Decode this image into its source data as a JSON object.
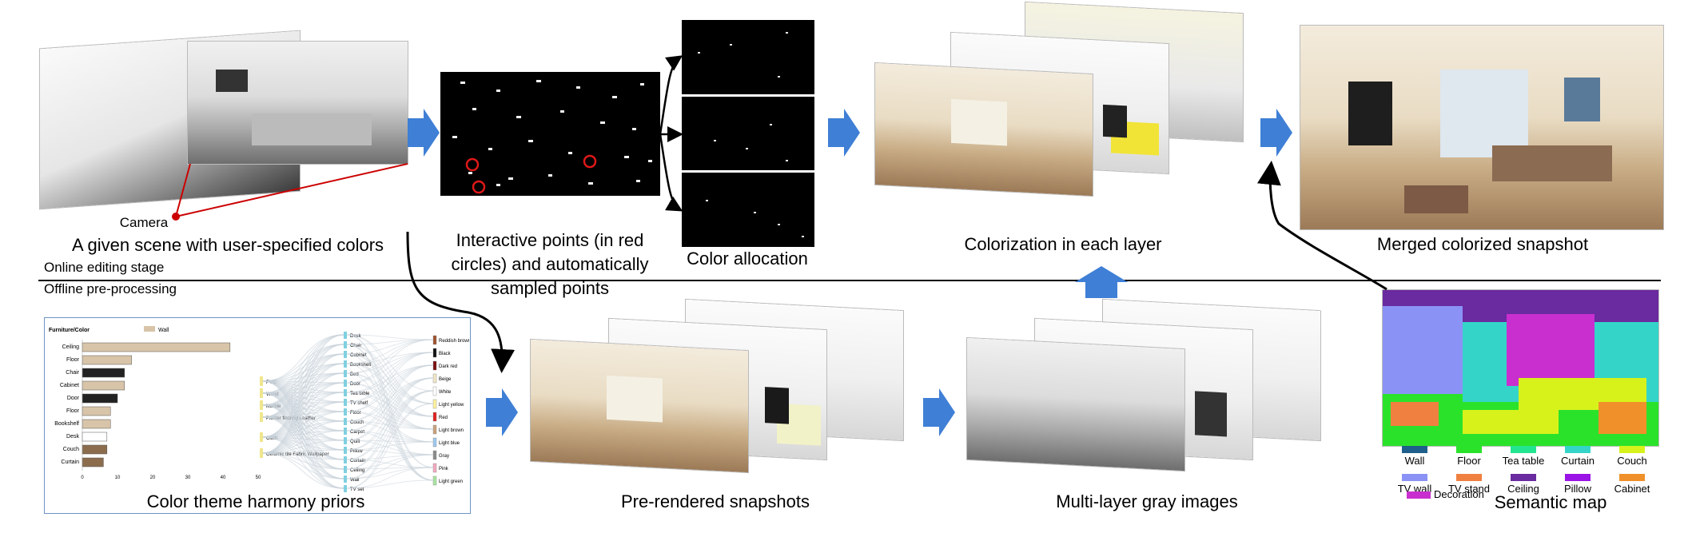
{
  "captions": {
    "given_scene": "A given scene with user-specified colors",
    "camera": "Camera",
    "interactive_points": "Interactive points (in red circles) and automatically sampled points",
    "color_allocation": "Color allocation",
    "colorization": "Colorization in each layer",
    "merged": "Merged colorized snapshot",
    "online": "Online editing stage",
    "offline": "Offline pre-processing",
    "harmony": "Color theme harmony priors",
    "prerendered": "Pre-rendered snapshots",
    "gray_layers": "Multi-layer gray images",
    "semantic": "Semantic map"
  },
  "harmony_chart": {
    "title": "Furniture/Color",
    "legend": "Wall",
    "rows": [
      "Ceiling",
      "Floor",
      "Chair",
      "Cabinet",
      "Door",
      "Floor",
      "Bookshelf",
      "Desk",
      "Couch",
      "Curtain"
    ],
    "values": [
      42,
      14,
      12,
      12,
      10,
      8,
      8,
      7,
      7,
      6
    ],
    "colors": [
      "#d8c4a8",
      "#d8c4a8",
      "#222222",
      "#d8c4a8",
      "#222222",
      "#d8c4a8",
      "#d8c4a8",
      "#ffffff",
      "#8b6d4e",
      "#8b6d4e"
    ],
    "ticks": [
      "0",
      "10",
      "20",
      "30",
      "40",
      "50"
    ],
    "materials": [
      "PVC",
      "Wood",
      "Marble",
      "Plaster flooring Leather",
      "Cloth",
      "Ceramic tile Fabric Wallpaper"
    ],
    "objects": [
      "Desk",
      "Chair",
      "Cabinet",
      "Bookshelf",
      "Bed",
      "Door",
      "Tea table",
      "TV shelf",
      "Floor",
      "Couch",
      "Carpet",
      "Quilt",
      "Pillow",
      "Curtain",
      "Ceiling",
      "Wall",
      "TV set"
    ],
    "color_names": [
      "Reddish brown",
      "Black",
      "Dark red",
      "Beige",
      "White",
      "Light yellow",
      "Red",
      "Light brown",
      "Light blue",
      "Gray",
      "Pink",
      "Light green"
    ],
    "color_swatches": [
      "#a0522d",
      "#111111",
      "#7a1010",
      "#f2e6c8",
      "#ffffff",
      "#fff3a0",
      "#e02020",
      "#c9a27a",
      "#9ec9ef",
      "#8a8a8a",
      "#f4a8c0",
      "#a8e6a0"
    ]
  },
  "semantic_legend": [
    {
      "label": "Wall",
      "color": "#1f5f8b"
    },
    {
      "label": "Floor",
      "color": "#2be22b"
    },
    {
      "label": "Tea table",
      "color": "#23e58f"
    },
    {
      "label": "Curtain",
      "color": "#34d5c8"
    },
    {
      "label": "Couch",
      "color": "#d7f21b"
    },
    {
      "label": "TV wall",
      "color": "#8a92f5"
    },
    {
      "label": "TV stand",
      "color": "#f08040"
    },
    {
      "label": "Ceiling",
      "color": "#6a2aa0"
    },
    {
      "label": "Pillow",
      "color": "#9a14e6"
    },
    {
      "label": "Cabinet",
      "color": "#f0902a"
    },
    {
      "label": "Decoration",
      "color": "#c92fcf"
    }
  ],
  "colors": {
    "arrow_blue": "#3f7fd6",
    "circle_red": "#e01818",
    "camera_line": "#cc0000"
  }
}
